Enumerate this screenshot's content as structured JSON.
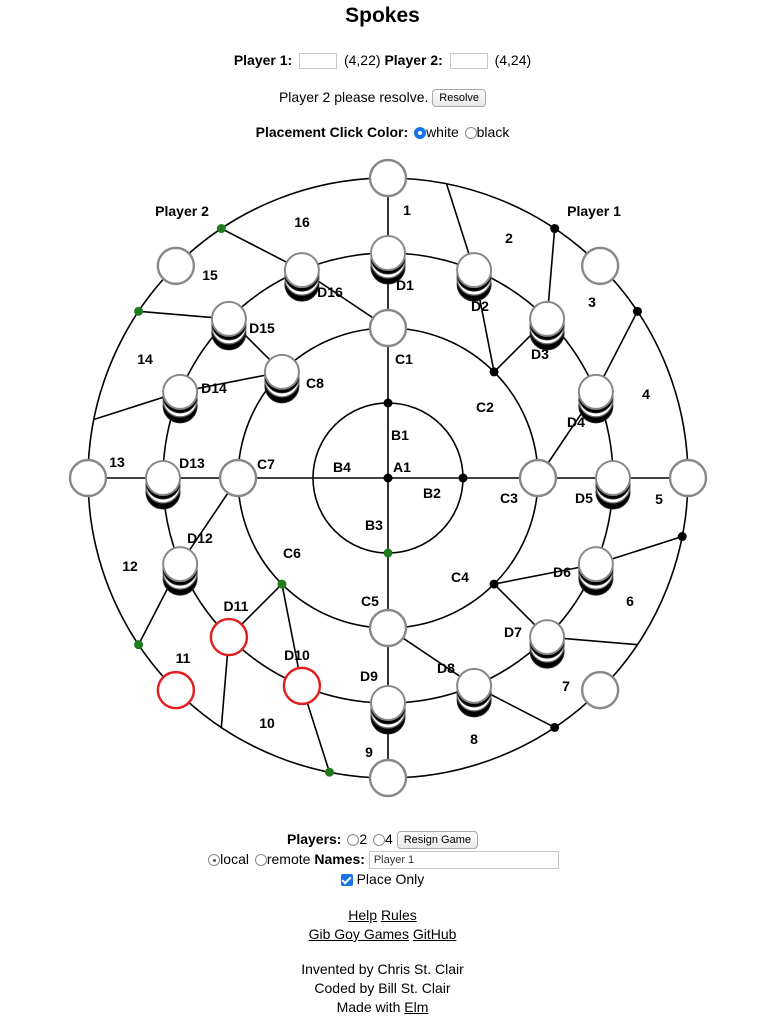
{
  "title": "Spokes",
  "scores": {
    "p1_label": "Player 1:",
    "p1_score": "(4,22)",
    "p2_label": "Player 2:",
    "p2_score": "(4,24)"
  },
  "status": {
    "message": "Player 2 please resolve.",
    "resolve_label": "Resolve"
  },
  "placement": {
    "label": "Placement Click Color:",
    "options": [
      "white",
      "black"
    ],
    "selected": "white"
  },
  "board": {
    "corner_labels": [
      "Player 2",
      "Player 1"
    ],
    "ring_labels": {
      "A": [
        "A1"
      ],
      "B": [
        "B1",
        "B2",
        "B3",
        "B4"
      ],
      "C": [
        "C1",
        "C2",
        "C3",
        "C4",
        "C5",
        "C6",
        "C7",
        "C8"
      ],
      "D": [
        "D1",
        "D2",
        "D3",
        "D4",
        "D5",
        "D6",
        "D7",
        "D8",
        "D9",
        "D10",
        "D11",
        "D12",
        "D13",
        "D14",
        "D15",
        "D16"
      ],
      "outer": [
        "1",
        "2",
        "3",
        "4",
        "5",
        "6",
        "7",
        "8",
        "9",
        "10",
        "11",
        "12",
        "13",
        "14",
        "15",
        "16"
      ]
    },
    "colors": {
      "line": "#000000",
      "empty_stroke": "#888888",
      "highlight": "#e11d1d",
      "resolver_green": "#1e7b1e",
      "resolver_black": "#000000"
    }
  },
  "players": {
    "label": "Players:",
    "options": [
      "2",
      "4"
    ],
    "resign_label": "Resign Game"
  },
  "connection": {
    "options": [
      "local",
      "remote"
    ],
    "selected": "local",
    "names_label": "Names:",
    "name_value": "Player 1"
  },
  "place_only": {
    "label": "Place Only",
    "checked": true
  },
  "links": {
    "help": "Help",
    "rules": "Rules",
    "gibgoy": "Gib Goy Games",
    "github": "GitHub"
  },
  "credits": {
    "invented": "Invented by Chris St. Clair",
    "coded": "Coded by Bill St. Clair",
    "made_with": "Made with",
    "elm": "Elm"
  }
}
